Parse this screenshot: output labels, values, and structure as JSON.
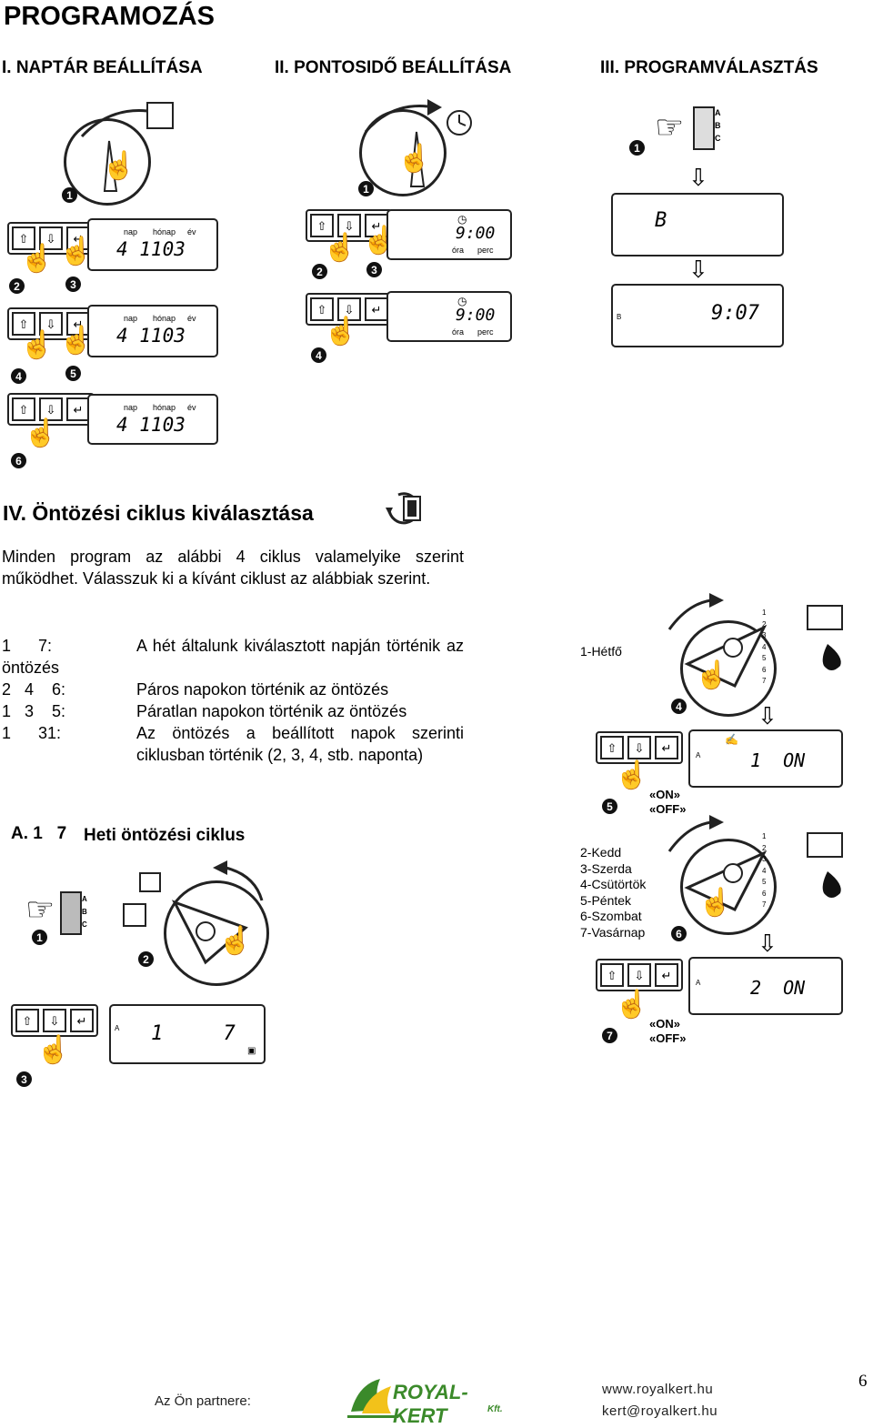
{
  "title": "PROGRAMOZÁS",
  "sections": {
    "s1": "I. NAPTÁR BEÁLLÍTÁSA",
    "s2": "II. PONTOSIDŐ BEÁLLÍTÁSA",
    "s3": "III. PROGRAMVÁLASZTÁS"
  },
  "calendar": {
    "label_nap": "nap",
    "label_honap": "hónap",
    "label_ev": "év",
    "display1": "4  1103",
    "display2": "4  1103",
    "display3": "4  1103",
    "steps": [
      "1",
      "2",
      "3",
      "4",
      "5",
      "6"
    ]
  },
  "clock": {
    "display1": "9:00",
    "display2": "9:00",
    "label_ora": "óra",
    "label_perc": "perc",
    "steps": [
      "1",
      "2",
      "3",
      "4"
    ]
  },
  "program": {
    "letters": [
      "A",
      "B",
      "C"
    ],
    "display1": "B",
    "display2_prefix": "B",
    "display2": "9:07",
    "steps": [
      "1"
    ]
  },
  "cycle": {
    "heading": "IV. Öntözési ciklus kiválasztása",
    "intro": "Minden program az alábbi 4 ciklus valamelyike szerint működhet. Válasszuk ki a kívánt ciklust az alábbiak szerint.",
    "items": [
      {
        "key": "1      7:",
        "value": "A hét általunk kiválasztott napján történik az öntözés"
      },
      {
        "key": "2   4    6:",
        "value": "Páros napokon történik az öntözés"
      },
      {
        "key": "1   3    5:",
        "value": "Páratlan napokon történik az öntözés"
      },
      {
        "key": "1      31:",
        "value": "Az öntözés a beállított napok szerinti ciklusban történik (2, 3, 4, stb. naponta)"
      }
    ]
  },
  "weekly": {
    "heading_prefix": "A. 1   7",
    "heading": "Heti öntözési ciklus",
    "display_prefix": "A",
    "display": "1     7",
    "steps": [
      "1",
      "2",
      "3"
    ]
  },
  "days_panel": {
    "day1": "1-Hétfő",
    "days_rest": "2-Kedd\n3-Szerda\n4-Csütörtök\n5-Péntek\n6-Szombat\n7-Vasárnap",
    "dial_numbers": [
      "1",
      "2",
      "3",
      "4",
      "5",
      "6",
      "7"
    ],
    "display1_prefix": "A",
    "display1": "1  ON",
    "display2_prefix": "A",
    "display2": "2  ON",
    "on": "«ON»",
    "off": "«OFF»",
    "steps": [
      "4",
      "5",
      "6",
      "7"
    ]
  },
  "footer": {
    "partner": "Az Ön partnere:",
    "brand": "ROYAL-KERT",
    "brand_suffix": "Kft.",
    "web": "www.royalkert.hu",
    "email": "kert@royalkert.hu",
    "page_number": "6"
  },
  "colors": {
    "brand_green": "#3b8a2a",
    "brand_yellow": "#f2c21a"
  }
}
